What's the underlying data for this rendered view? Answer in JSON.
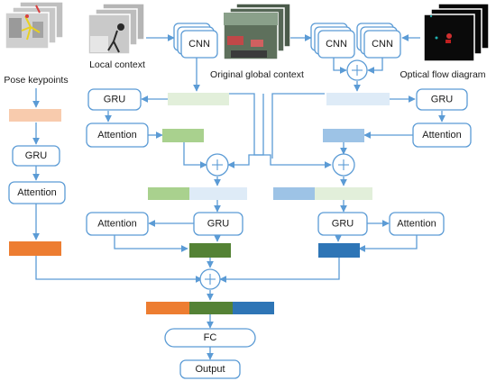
{
  "labels": {
    "pose_keypoints": "Pose keypoints",
    "local_context": "Local context",
    "original_global_context": "Original global context",
    "optical_flow_diagram": "Optical flow diagram"
  },
  "nodes": {
    "cnn": "CNN",
    "gru": "GRU",
    "attention": "Attention",
    "fc": "FC",
    "output": "Output"
  },
  "colors": {
    "line_blue": "#5b9bd5",
    "pose_feature": "#f8cbad",
    "pose_attended": "#ed7d31",
    "local_feature": "#e2efda",
    "local_attended": "#a9d18e",
    "local_final": "#548235",
    "global_feature": "#deebf7",
    "flow_feature": "#deebf7",
    "flow_attended": "#9dc3e6",
    "flow_final": "#2e75b6"
  },
  "images": {
    "pose_keypoints": "pose-keypoints-frames",
    "local_context": "local-context-frames",
    "original_global_context": "global-context-frames",
    "optical_flow_diagram": "optical-flow-frames"
  }
}
